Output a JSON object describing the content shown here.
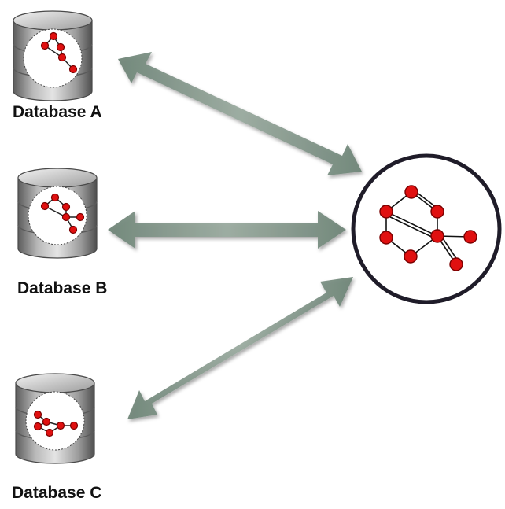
{
  "databases": [
    {
      "label": "Database A",
      "icon": "database-icon"
    },
    {
      "label": "Database B",
      "icon": "database-icon"
    },
    {
      "label": "Database C",
      "icon": "database-icon"
    }
  ],
  "hub": {
    "icon": "molecule-graph-icon"
  },
  "arrows": {
    "style": "double-headed",
    "color": "#7f9488"
  },
  "colors": {
    "node_fill": "#e01010",
    "node_stroke": "#7a0000",
    "hub_ring": "#1f1c29",
    "cylinder_gray": "#8e8e8e"
  }
}
